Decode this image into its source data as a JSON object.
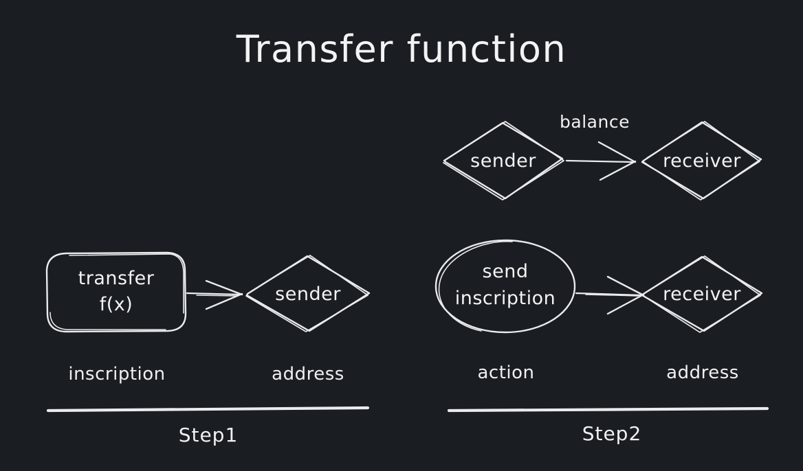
{
  "title": "Transfer function",
  "background_color": "#1a1d21",
  "stroke_color": "#e9ebed",
  "text_color": "#f2f3f4",
  "diagram": {
    "rows": [
      {
        "id": "row-balance",
        "source": {
          "shape": "diamond",
          "label": "sender"
        },
        "edge": {
          "label": "balance",
          "arrow": "open"
        },
        "target": {
          "shape": "diamond",
          "label": "receiver"
        }
      },
      {
        "id": "row-step1",
        "source": {
          "shape": "rounded-rect",
          "label_line1": "transfer",
          "label_line2": "f(x)"
        },
        "edge": {
          "label": "",
          "arrow": "open"
        },
        "target": {
          "shape": "diamond",
          "label": "sender"
        }
      },
      {
        "id": "row-step2",
        "source": {
          "shape": "ellipse",
          "label_line1": "send",
          "label_line2": "inscription"
        },
        "edge": {
          "label": "",
          "arrow": "open"
        },
        "target": {
          "shape": "diamond",
          "label": "receiver"
        }
      }
    ],
    "columns": {
      "step1": {
        "left_label": "inscription",
        "right_label": "address",
        "step_label": "Step1"
      },
      "step2": {
        "left_label": "action",
        "right_label": "address",
        "step_label": "Step2"
      }
    }
  }
}
